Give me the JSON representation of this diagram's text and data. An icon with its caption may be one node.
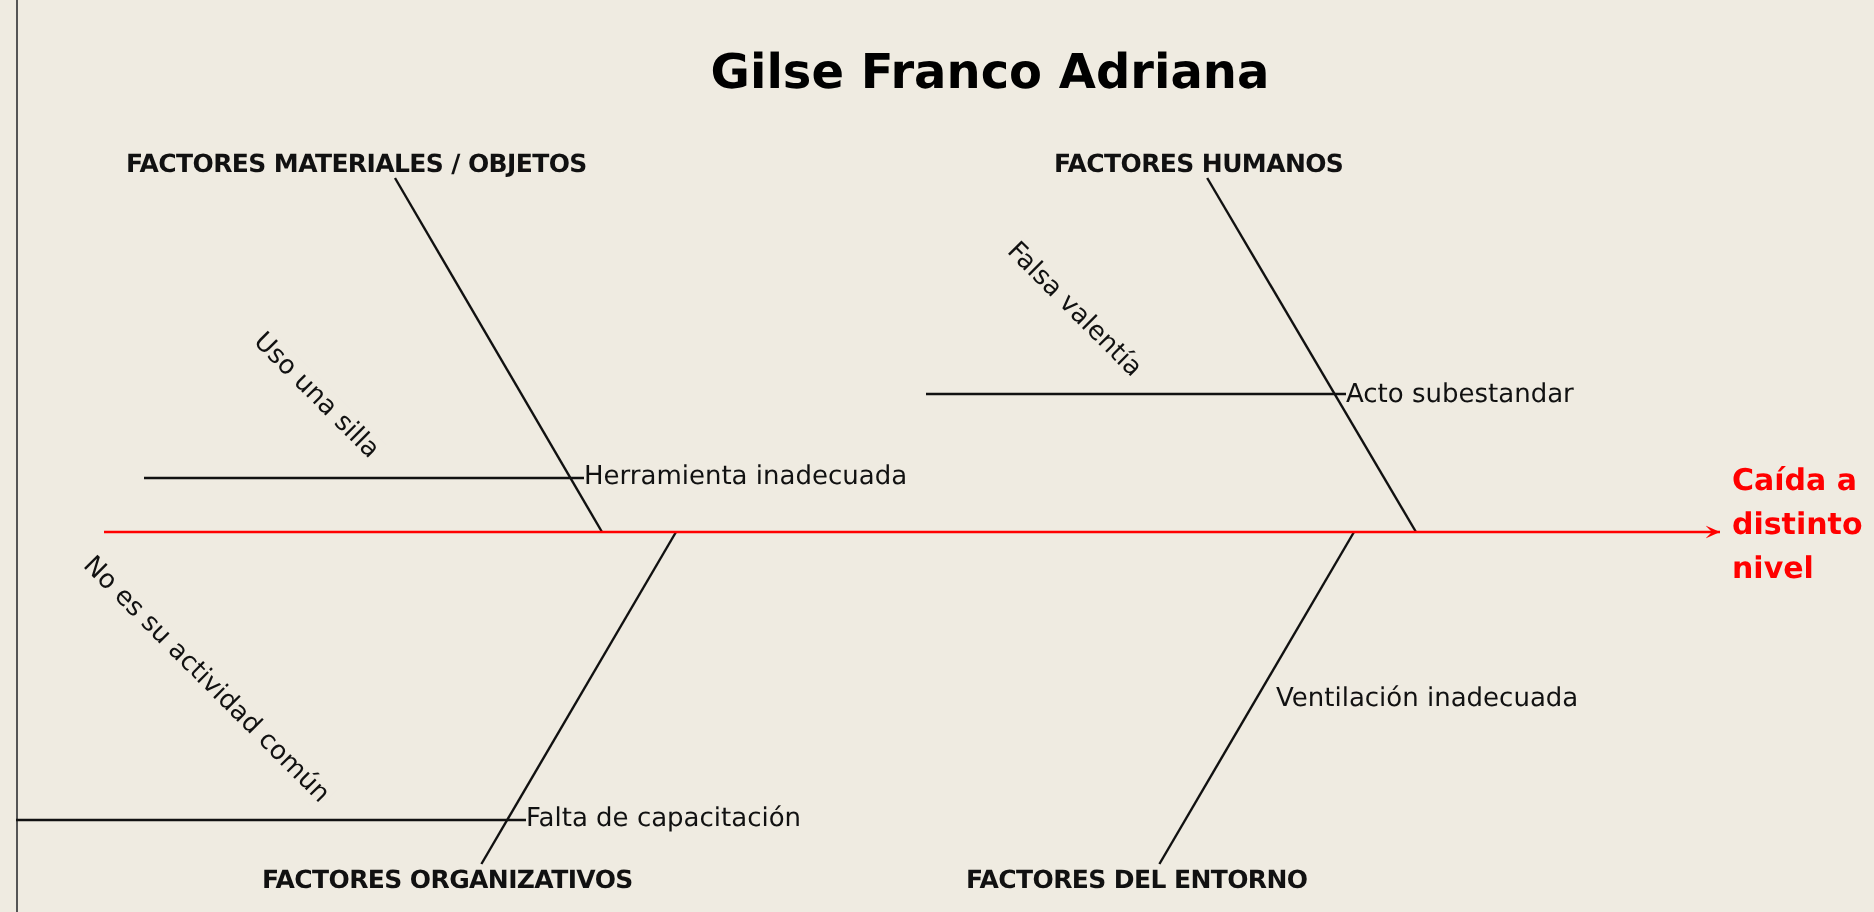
{
  "diagram": {
    "title": "Gilse Franco Adriana",
    "nodes": [
      {
        "text": [
          "FACTORES MATERIALES / OBJETOS"
        ]
      },
      {
        "text": [
          "FACTORES HUMANOS"
        ]
      },
      {
        "text": [
          "Acto subestandar"
        ]
      },
      {
        "text": [
          "Herramienta inadecuada"
        ]
      },
      {
        "text": [
          "Caída a distinto nivel"
        ]
      },
      {
        "text": [
          "Ventilación inadecuada"
        ]
      },
      {
        "text": [
          "Falta de capacitación"
        ]
      },
      {
        "text": [
          "FACTORES ORGANIZATIVOS"
        ]
      },
      {
        "text": [
          "FACTORES DEL ENTORNO"
        ]
      }
    ],
    "edges": [
      {
        "from": 0,
        "to": null,
        "arrow": "none"
      },
      {
        "from": 1,
        "to": null,
        "arrow": "none"
      },
      {
        "from": 7,
        "to": null,
        "arrow": "none"
      },
      {
        "from": 8,
        "to": null,
        "arrow": "none"
      },
      {
        "from": null,
        "to": 3,
        "arrow": "none",
        "label": "Uso una silla"
      },
      {
        "from": null,
        "to": 2,
        "arrow": "none",
        "label": "Falsa valentía"
      },
      {
        "from": null,
        "to": 6,
        "arrow": "none",
        "label": "No es su actividad común"
      },
      {
        "from": null,
        "to": 4,
        "arrow": "to",
        "color": "#ff0000"
      }
    ]
  }
}
